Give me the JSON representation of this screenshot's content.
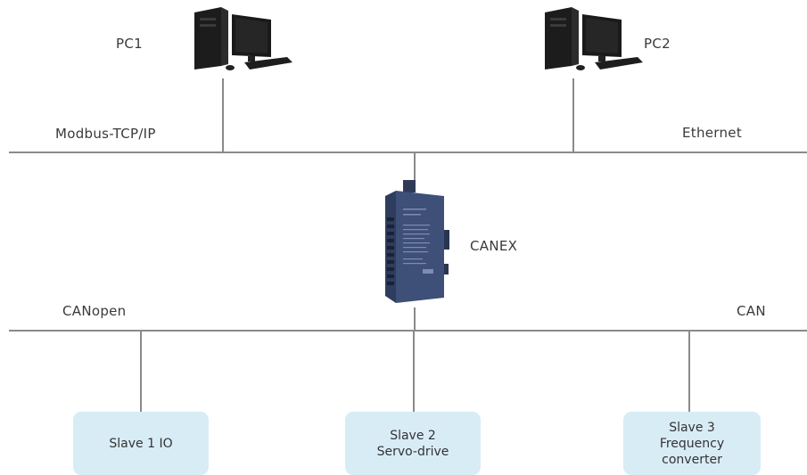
{
  "top_network": {
    "left_label": "Modbus-TCP/IP",
    "right_label": "Ethernet"
  },
  "pcs": [
    {
      "label": "PC1"
    },
    {
      "label": "PC2"
    }
  ],
  "gateway": {
    "label": "CANEX"
  },
  "bottom_network": {
    "left_label": "CANopen",
    "right_label": "CAN"
  },
  "slaves": [
    {
      "lines": [
        "Slave 1 IO"
      ]
    },
    {
      "lines": [
        "Slave 2",
        "Servo-drive"
      ]
    },
    {
      "lines": [
        "Slave 3",
        "Frequency",
        "converter"
      ]
    }
  ],
  "colors": {
    "line": "#8a8a8a",
    "slave_box": "#d8ecf6",
    "device_body": "#3e4f78"
  }
}
